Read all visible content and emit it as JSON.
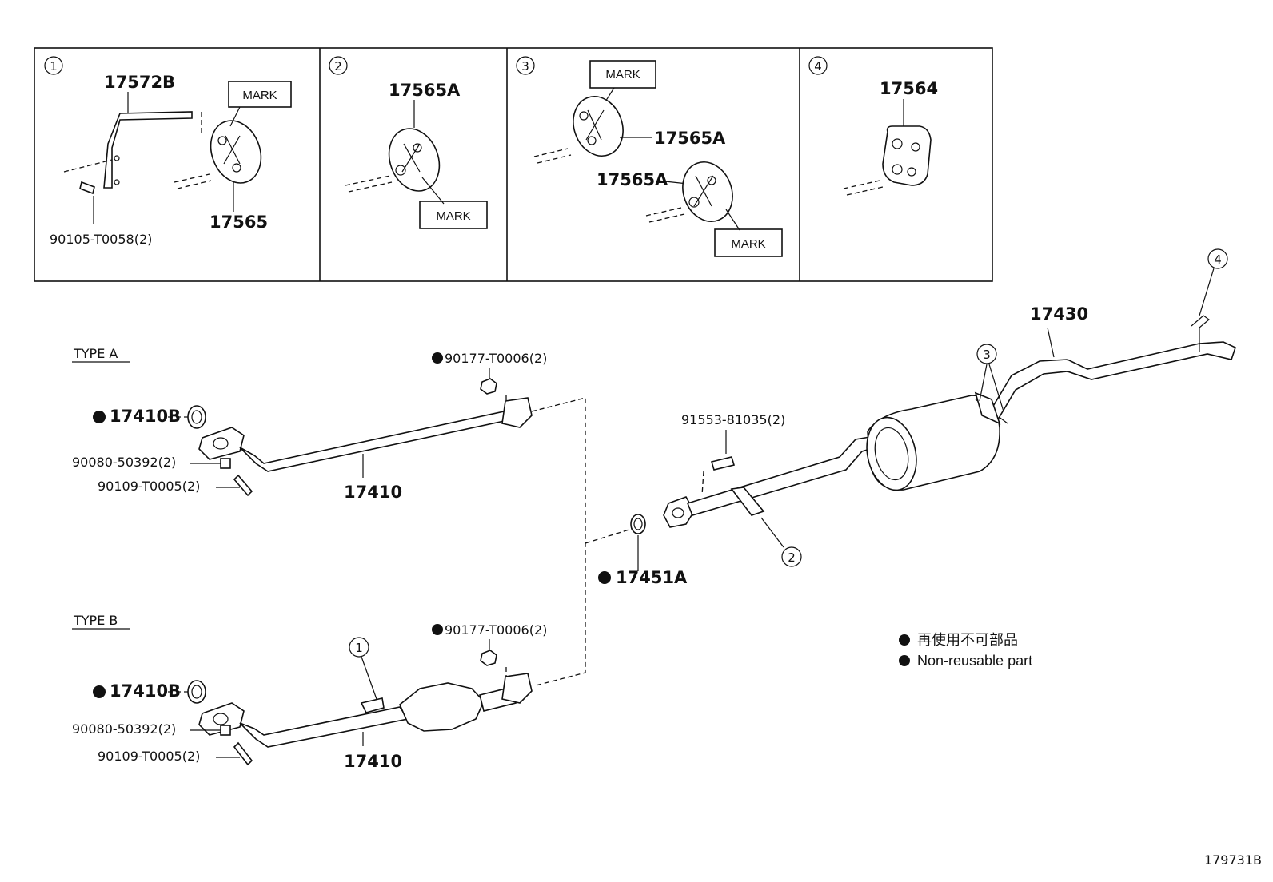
{
  "callouts": {
    "c1": "1",
    "c2": "2",
    "c3": "3",
    "c4": "4"
  },
  "insets": {
    "box1": {
      "bracket": "17572B",
      "hanger": "17565",
      "bolt": "90105-T0058(2)",
      "mark": "MARK"
    },
    "box2": {
      "hanger": "17565A",
      "mark": "MARK"
    },
    "box3": {
      "hanger_upper": "17565A",
      "hanger_lower": "17565A",
      "mark_upper": "MARK",
      "mark_lower": "MARK"
    },
    "box4": {
      "hanger": "17564"
    }
  },
  "type_a": {
    "title": "TYPE A",
    "nut": "90177-T0006(2)",
    "gasket": "17410B",
    "stud": "90080-50392(2)",
    "bolt": "90109-T0005(2)",
    "pipe": "17410"
  },
  "type_b": {
    "title": "TYPE B",
    "nut": "90177-T0006(2)",
    "gasket": "17410B",
    "stud": "90080-50392(2)",
    "bolt": "90109-T0005(2)",
    "pipe": "17410"
  },
  "rear": {
    "tail_pipe": "17430",
    "bolt": "91553-81035(2)",
    "gasket": "17451A"
  },
  "legend": {
    "jp": "再使用不可部品",
    "en": "Non-reusable part"
  },
  "diagram_id": "179731B"
}
